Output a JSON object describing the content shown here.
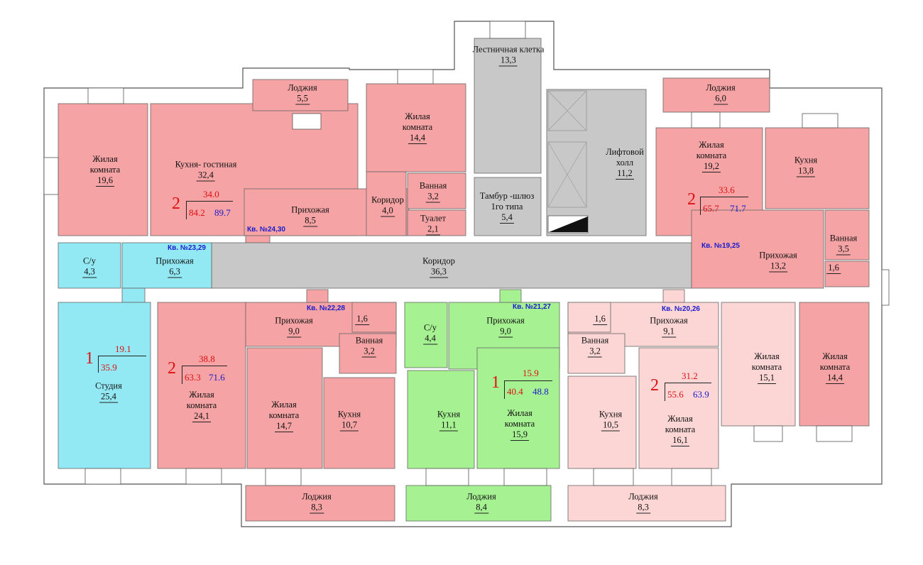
{
  "colors": {
    "apt_two_room": "#f5a3a4",
    "apt_two_room_light": "#fcd5d5",
    "apt_one_room_green": "#a6f192",
    "apt_studio": "#93e9f3",
    "common_area": "#c8c8c8",
    "label_red": "#dd1111",
    "label_blue": "#1a1acc"
  },
  "rooms": [
    {
      "name": "Лестничная клетка",
      "area": "13,3"
    },
    {
      "name": "Лоджия",
      "area": "5,5"
    },
    {
      "name": "Лоджия",
      "area": "6,0"
    },
    {
      "name": "Жилая комната",
      "area": "14,4"
    },
    {
      "name": "Жилая комната",
      "area": "19,6"
    },
    {
      "name": "Кухня- гостиная",
      "area": "32,4"
    },
    {
      "name": "Лифтовой холл",
      "area": "11,2"
    },
    {
      "name": "Жилая комната",
      "area": "19,2"
    },
    {
      "name": "Кухня",
      "area": "13,8"
    },
    {
      "name": "Ванная",
      "area": "3,2"
    },
    {
      "name": "Коридор",
      "area": "4,0"
    },
    {
      "name": "Прихожая",
      "area": "8,5"
    },
    {
      "name": "Туалет",
      "area": "2,1"
    },
    {
      "name": "Тамбур -шлюз 1го типа",
      "area": "5,4"
    },
    {
      "name": "Ванная",
      "area": "3,5"
    },
    {
      "name": "С/у",
      "area": "4,3"
    },
    {
      "name": "Прихожая",
      "area": "6,3"
    },
    {
      "name": "Коридор",
      "area": "36,3"
    },
    {
      "name": "Прихожая",
      "area": "13,2"
    },
    {
      "name": "",
      "area": "1,6"
    },
    {
      "name": "Прихожая",
      "area": "9,0"
    },
    {
      "name": "",
      "area": "1,6"
    },
    {
      "name": "Ванная",
      "area": "3,2"
    },
    {
      "name": "С/у",
      "area": "4,4"
    },
    {
      "name": "Прихожая",
      "area": "9,0"
    },
    {
      "name": "",
      "area": "1,6"
    },
    {
      "name": "Прихожая",
      "area": "9,1"
    },
    {
      "name": "Ванная",
      "area": "3,2"
    },
    {
      "name": "Студия",
      "area": "25,4"
    },
    {
      "name": "Жилая комната",
      "area": "24,1"
    },
    {
      "name": "Жилая комната",
      "area": "14,7"
    },
    {
      "name": "Кухня",
      "area": "10,7"
    },
    {
      "name": "Кухня",
      "area": "11,1"
    },
    {
      "name": "Жилая комната",
      "area": "15,9"
    },
    {
      "name": "Кухня",
      "area": "10,5"
    },
    {
      "name": "Жилая комната",
      "area": "16,1"
    },
    {
      "name": "Жилая комната",
      "area": "15,1"
    },
    {
      "name": "Жилая комната",
      "area": "14,4"
    },
    {
      "name": "Лоджия",
      "area": "8,3"
    },
    {
      "name": "Лоджия",
      "area": "8,4"
    },
    {
      "name": "Лоджия",
      "area": "8,3"
    }
  ],
  "apartment_tags": [
    "Кв. №24,30",
    "Кв. №23,29",
    "Кв. №19,25",
    "Кв. №22,28",
    "Кв. №21,27",
    "Кв. №20,26"
  ],
  "apartment_summaries": [
    {
      "rooms": "2",
      "living": "34.0",
      "total": "84.2",
      "with_loggia": "89.7"
    },
    {
      "rooms": "2",
      "living": "33.6",
      "total": "65.7",
      "with_loggia": "71.7"
    },
    {
      "rooms": "1",
      "living": "19.1",
      "total": "35.9",
      "with_loggia": ""
    },
    {
      "rooms": "2",
      "living": "38.8",
      "total": "63.3",
      "with_loggia": "71.6"
    },
    {
      "rooms": "1",
      "living": "15.9",
      "total": "40.4",
      "with_loggia": "48.8"
    },
    {
      "rooms": "2",
      "living": "31.2",
      "total": "55.6",
      "with_loggia": "63.9"
    }
  ]
}
